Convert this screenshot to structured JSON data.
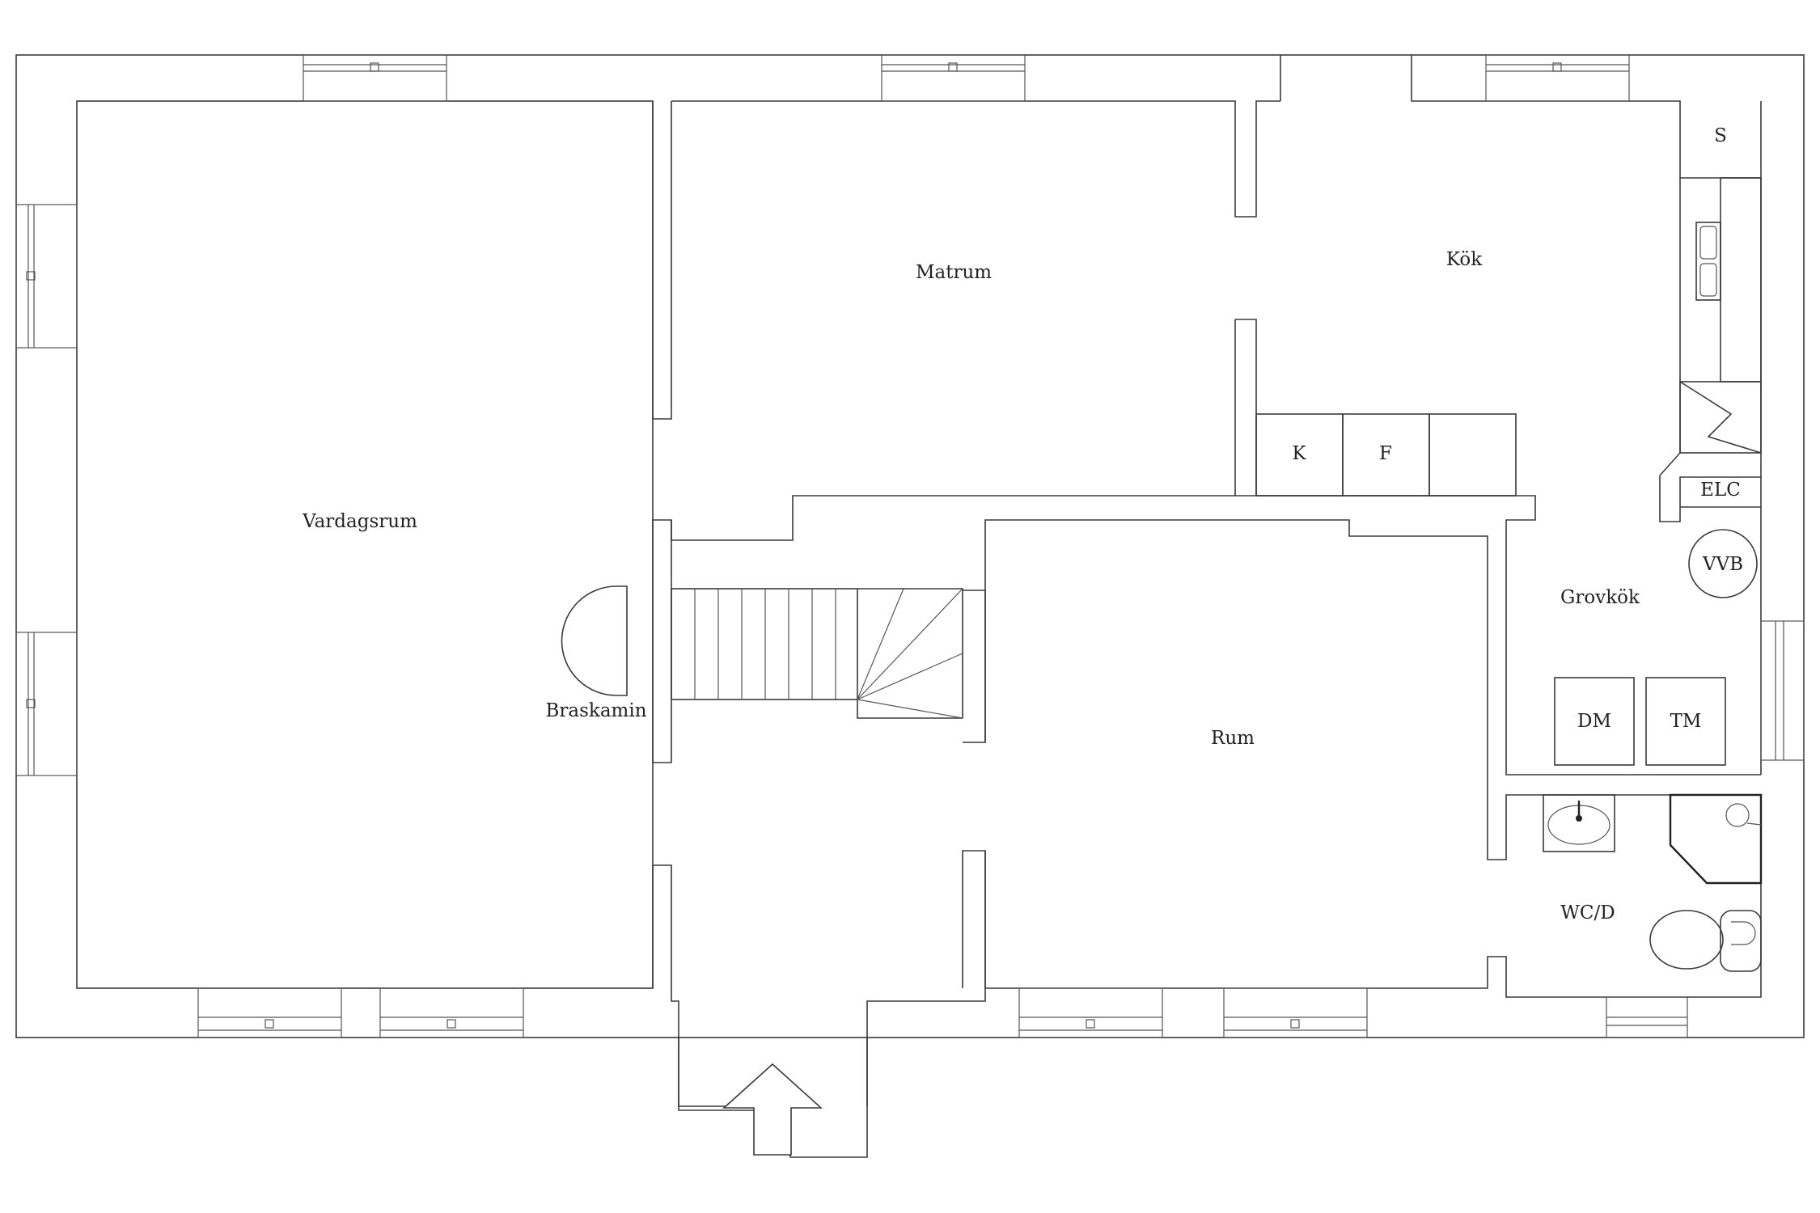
{
  "rooms": {
    "vardagsrum": "Vardagsrum",
    "matrum": "Matrum",
    "kok": "Kök",
    "rum": "Rum",
    "grovkok": "Grovkök",
    "wc": "WC/D",
    "braskamin": "Braskamin"
  },
  "fixtures": {
    "s": "S",
    "k": "K",
    "f": "F",
    "elc": "ELC",
    "vvb": "VVB",
    "dm": "DM",
    "tm": "TM"
  },
  "icons": {
    "entrance": "entrance-arrow-icon",
    "sink": "sink-icon",
    "stove": "stove-icon",
    "toilet": "toilet-icon",
    "shower": "shower-icon",
    "fireplace": "fireplace-icon"
  }
}
